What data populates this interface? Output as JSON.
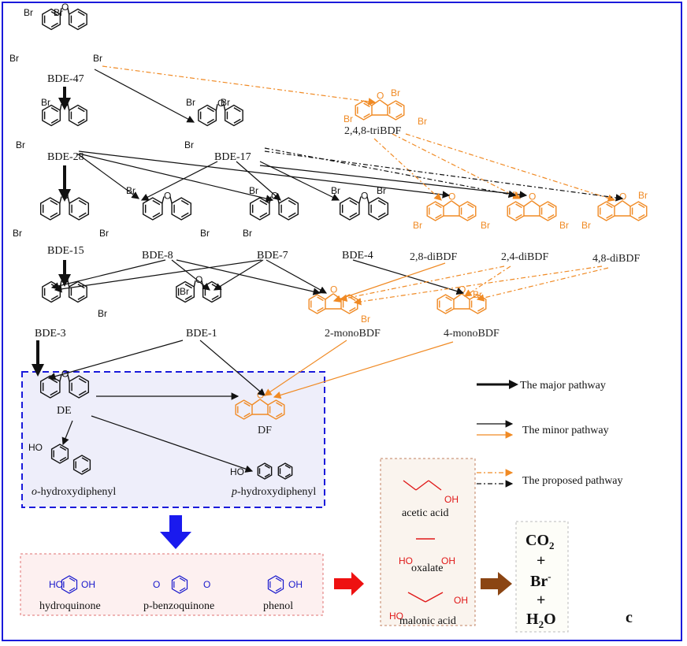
{
  "colors": {
    "frame": "#1a1adb",
    "black": "#111111",
    "orange": "#f08a24",
    "blue": "#1818cc",
    "red": "#e01818",
    "brown": "#8b4513",
    "box_fill": "#eeeefa",
    "pink_fill": "#fdf0f0"
  },
  "compounds": {
    "bde47": "BDE-47",
    "bde28": "BDE-28",
    "bde17": "BDE-17",
    "bde15": "BDE-15",
    "bde8": "BDE-8",
    "bde7": "BDE-7",
    "bde4": "BDE-4",
    "bde3": "BDE-3",
    "bde1": "BDE-1",
    "de": "DE",
    "df": "DF",
    "tribdf": "2,4,8-triBDF",
    "dibdf28": "2,8-diBDF",
    "dibdf24": "2,4-diBDF",
    "dibdf48": "4,8-diBDF",
    "mono2": "2-monoBDF",
    "mono4": "4-monoBDF",
    "ohdp_o_prefix": "o",
    "ohdp_o_suffix": "-hydroxydiphenyl",
    "ohdp_p_prefix": "p",
    "ohdp_p_suffix": "-hydroxydiphenyl",
    "hydroquinone": "hydroquinone",
    "benzoquinone": "p-benzoquinone",
    "phenol": "phenol",
    "acetic": "acetic acid",
    "oxalate": "oxalate",
    "malonic": "malonic acid"
  },
  "atoms": {
    "br": "Br",
    "o": "O",
    "oh": "OH",
    "ho": "HO"
  },
  "legend": {
    "major": "The major pathway",
    "minor": "The minor pathway",
    "proposed": "The proposed pathway"
  },
  "products": {
    "co2": "CO",
    "co2_sub": "2",
    "plus": "+",
    "br": "Br",
    "br_sup": "-",
    "h2o_h": "H",
    "h2o_sub": "2",
    "h2o_o": "O"
  },
  "panel_label": "c"
}
